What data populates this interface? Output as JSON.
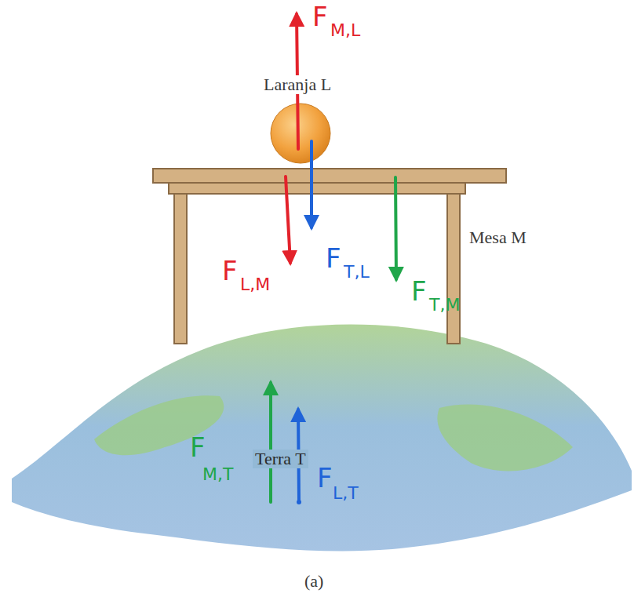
{
  "diagram": {
    "caption": "(a)",
    "labels": [
      "Laranja L",
      "Mesa M",
      "Terra T",
      "F",
      "M,L",
      "F",
      "L,M",
      "F",
      "T,L",
      "F",
      "T,M",
      "F",
      "M,T",
      "F",
      "L,T"
    ]
  }
}
